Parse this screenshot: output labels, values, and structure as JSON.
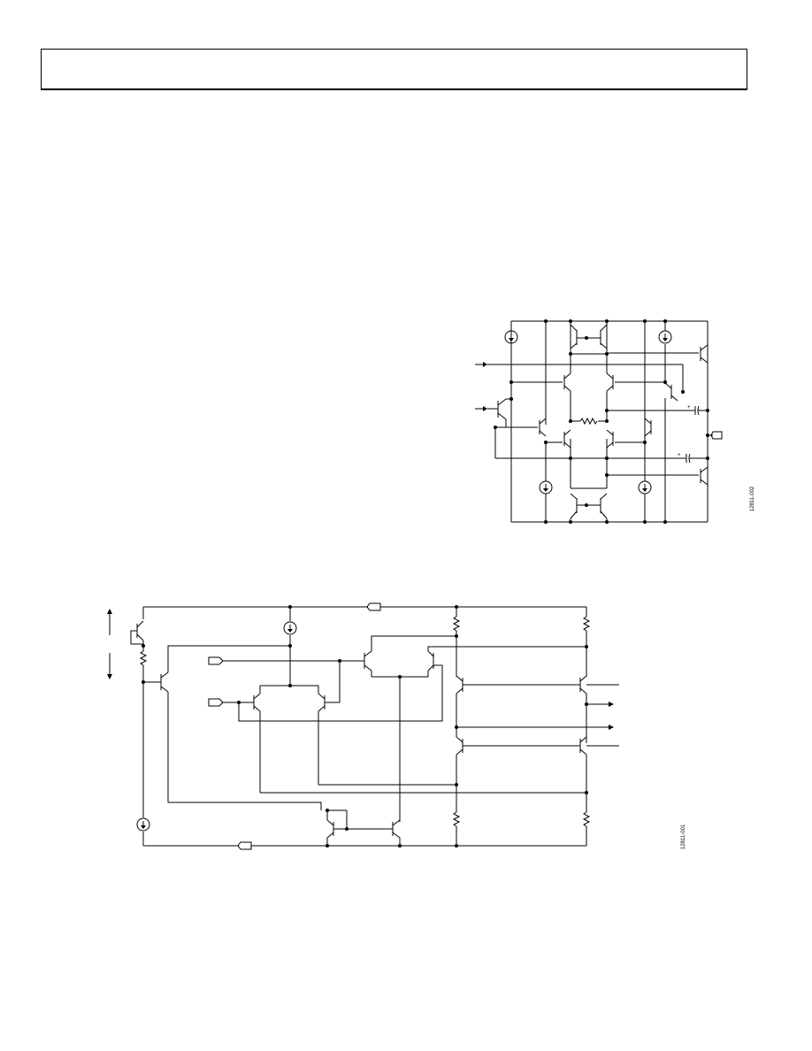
{
  "header": {
    "title": ""
  },
  "figures": [
    {
      "id": "output_stage",
      "figure_code": "12811-002"
    },
    {
      "id": "input_stage",
      "figure_code": "12811-001"
    }
  ]
}
